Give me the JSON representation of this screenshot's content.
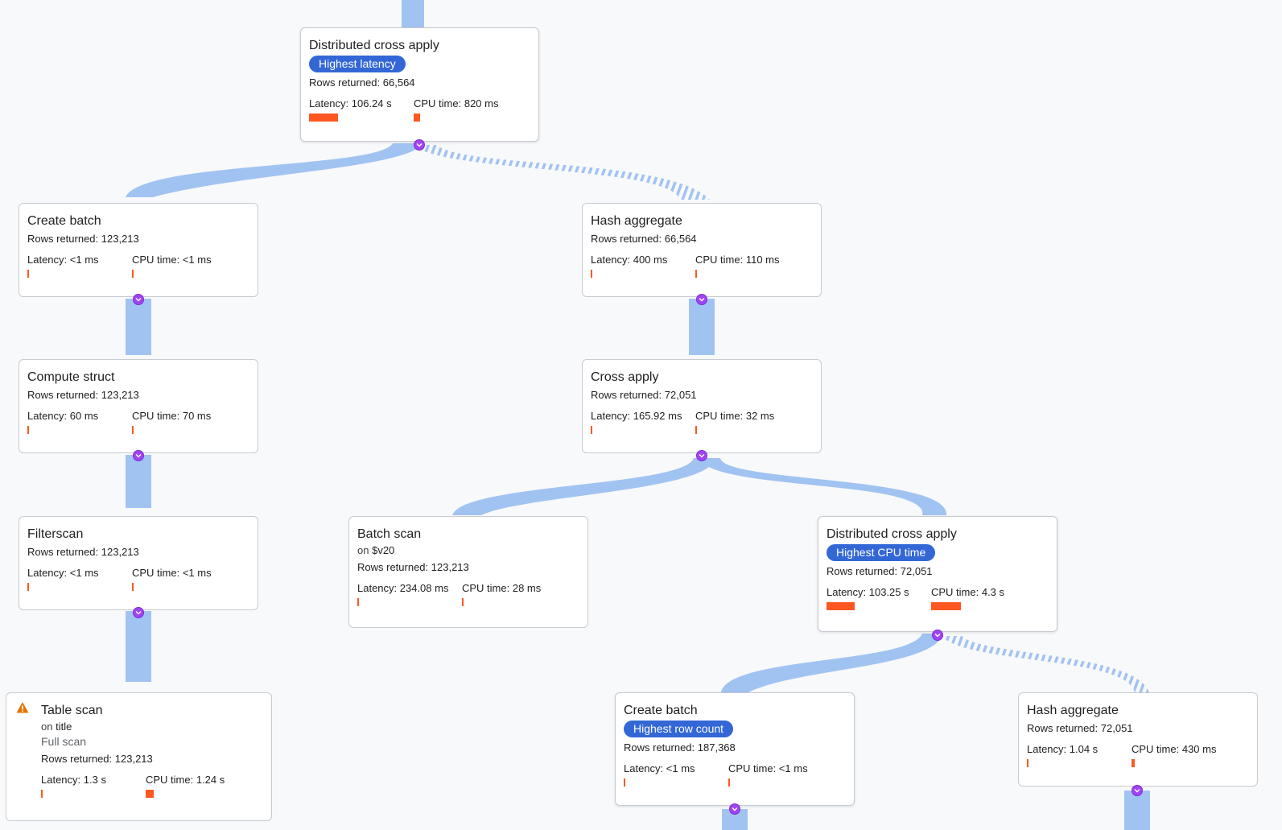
{
  "colors": {
    "edge": "#a1c3f2",
    "bar": "#ff5722",
    "badge": "#3367d6",
    "expander": "#a142f4"
  },
  "nodes": [
    {
      "id": "n1",
      "title": "Distributed cross apply",
      "badge": "Highest latency",
      "rows": "Rows returned: 66,564",
      "latency": "Latency: 106.24 s",
      "latency_fill": 0.33,
      "cpu": "CPU time: 820 ms",
      "cpu_fill": 0.07
    },
    {
      "id": "n2",
      "title": "Create batch",
      "rows": "Rows returned: 123,213",
      "latency": "Latency: <1 ms",
      "latency_fill": 0.01,
      "cpu": "CPU time: <1 ms",
      "cpu_fill": 0.01
    },
    {
      "id": "n3",
      "title": "Hash aggregate",
      "rows": "Rows returned: 66,564",
      "latency": "Latency: 400 ms",
      "latency_fill": 0.01,
      "cpu": "CPU time: 110 ms",
      "cpu_fill": 0.01
    },
    {
      "id": "n4",
      "title": "Compute struct",
      "rows": "Rows returned: 123,213",
      "latency": "Latency: 60 ms",
      "latency_fill": 0.01,
      "cpu": "CPU time: 70 ms",
      "cpu_fill": 0.01
    },
    {
      "id": "n5",
      "title": "Cross apply",
      "rows": "Rows returned: 72,051",
      "latency": "Latency: 165.92 ms",
      "latency_fill": 0.01,
      "cpu": "CPU time: 32 ms",
      "cpu_fill": 0.01
    },
    {
      "id": "n6",
      "title": "Filterscan",
      "rows": "Rows returned: 123,213",
      "latency": "Latency: <1 ms",
      "latency_fill": 0.01,
      "cpu": "CPU time: <1 ms",
      "cpu_fill": 0.01
    },
    {
      "id": "n7",
      "title": "Batch scan",
      "on_prefix": "on",
      "on_target": "$v20",
      "rows": "Rows returned: 123,213",
      "latency": "Latency: 234.08 ms",
      "latency_fill": 0.01,
      "cpu": "CPU time: 28 ms",
      "cpu_fill": 0.01
    },
    {
      "id": "n8",
      "title": "Distributed cross apply",
      "badge": "Highest CPU time",
      "rows": "Rows returned: 72,051",
      "latency": "Latency: 103.25 s",
      "latency_fill": 0.32,
      "cpu": "CPU time: 4.3 s",
      "cpu_fill": 0.34
    },
    {
      "id": "n9",
      "title": "Table scan",
      "warning": true,
      "on_prefix": "on",
      "on_target": "title",
      "sub": "Full scan",
      "rows": "Rows returned: 123,213",
      "latency": "Latency: 1.3 s",
      "latency_fill": 0.01,
      "cpu": "CPU time: 1.24 s",
      "cpu_fill": 0.09
    },
    {
      "id": "n10",
      "title": "Create batch",
      "badge": "Highest row count",
      "rows": "Rows returned: 187,368",
      "latency": "Latency: <1 ms",
      "latency_fill": 0.01,
      "cpu": "CPU time: <1 ms",
      "cpu_fill": 0.01
    },
    {
      "id": "n11",
      "title": "Hash aggregate",
      "rows": "Rows returned: 72,051",
      "latency": "Latency: 1.04 s",
      "latency_fill": 0.01,
      "cpu": "CPU time: 430 ms",
      "cpu_fill": 0.04
    }
  ]
}
